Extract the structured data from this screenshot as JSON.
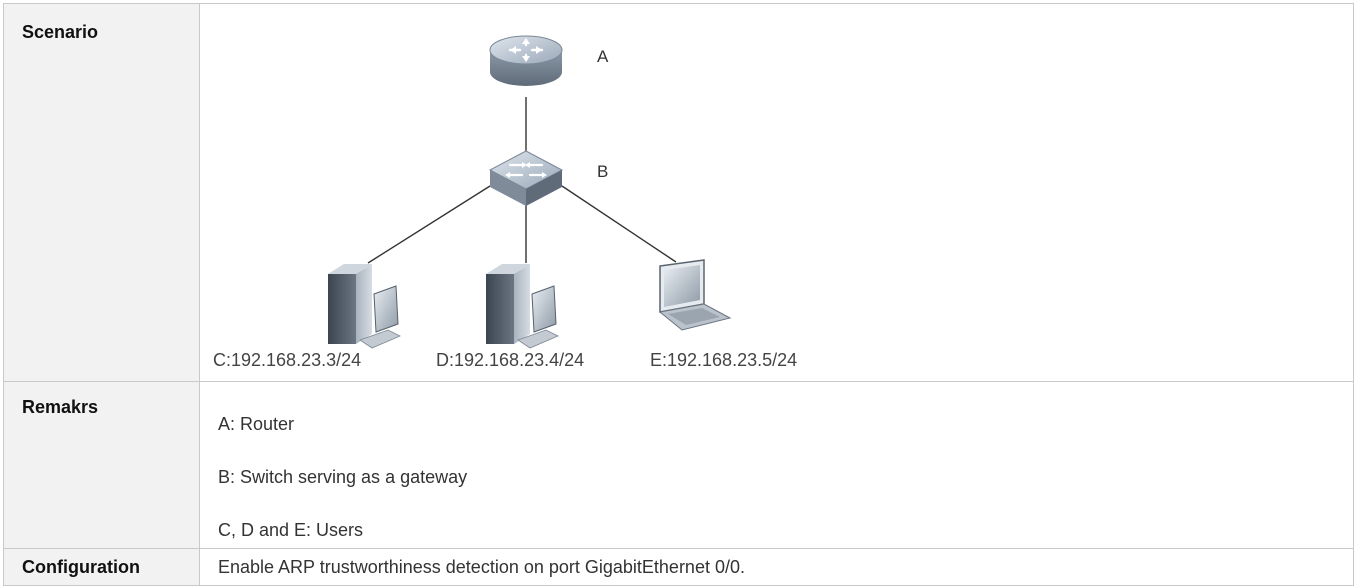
{
  "rows": {
    "scenario": {
      "label": "Scenario",
      "diagram": {
        "router": {
          "letter": "A",
          "icon": "router-icon"
        },
        "switch": {
          "letter": "B",
          "icon": "switch-icon"
        },
        "users": [
          {
            "address": "C:192.168.23.3/24",
            "icon": "desktop-pc-icon"
          },
          {
            "address": "D:192.168.23.4/24",
            "icon": "desktop-pc-icon"
          },
          {
            "address": "E:192.168.23.5/24",
            "icon": "laptop-icon"
          }
        ]
      }
    },
    "remarks": {
      "label": "Remakrs",
      "lines": [
        "A: Router",
        "B: Switch serving as a gateway",
        "C, D and E: Users"
      ]
    },
    "configuration": {
      "label": "Configuration",
      "text": "Enable ARP trustworthiness detection on port GigabitEthernet 0/0."
    }
  }
}
